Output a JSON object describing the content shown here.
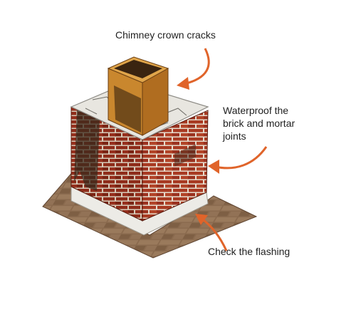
{
  "labels": {
    "crown": "Chimney crown cracks",
    "waterproof": [
      "Waterproof the",
      "brick and mortar",
      "joints"
    ],
    "flashing": "Check the flashing"
  },
  "colors": {
    "arrow": "#e0642a",
    "brick": "#a83a22",
    "brick_dark": "#7a2414",
    "mortar": "#e6dccd",
    "crown": "#e8e6e0",
    "flue": "#c9872e",
    "roof": "#8a6a4e",
    "roof_dark": "#5e4431",
    "stain": "#3a2a1c"
  }
}
